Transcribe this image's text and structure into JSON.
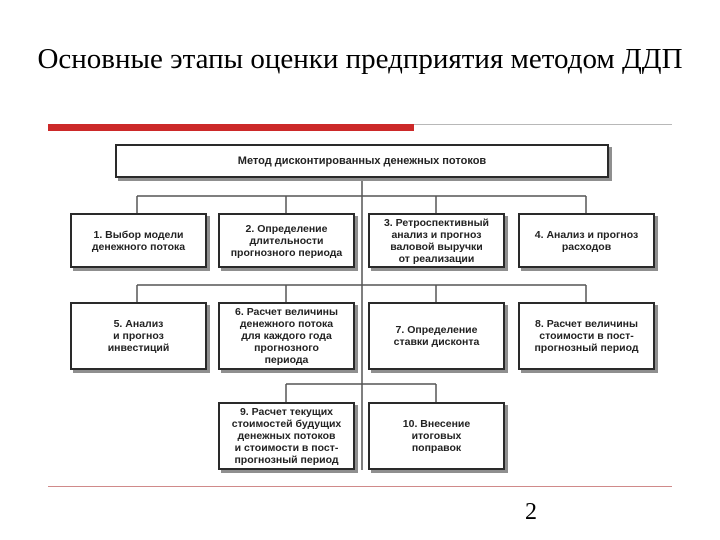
{
  "slide": {
    "title": "Основные этапы оценки предприятия методом ДДП",
    "page_number": "2"
  },
  "diagram": {
    "root": "Метод дисконтированных денежных потоков",
    "steps": [
      "1. Выбор модели\nденежного потока",
      "2. Определение\nдлительности\nпрогнозного периода",
      "3. Ретроспективный\nанализ и прогноз\nваловой выручки\nот реализации",
      "4. Анализ и прогноз\nрасходов",
      "5. Анализ\nи прогноз\nинвестиций",
      "6. Расчет величины\nденежного потока\nдля каждого года\nпрогнозного\nпериода",
      "7. Определение\nставки дисконта",
      "8. Расчет величины\nстоимости в пост-\nпрогнозный период",
      "9. Расчет текущих\nстоимостей будущих\nденежных потоков\nи стоимости в пост-\nпрогнозный период",
      "10. Внесение\nитоговых\nпоправок"
    ]
  }
}
